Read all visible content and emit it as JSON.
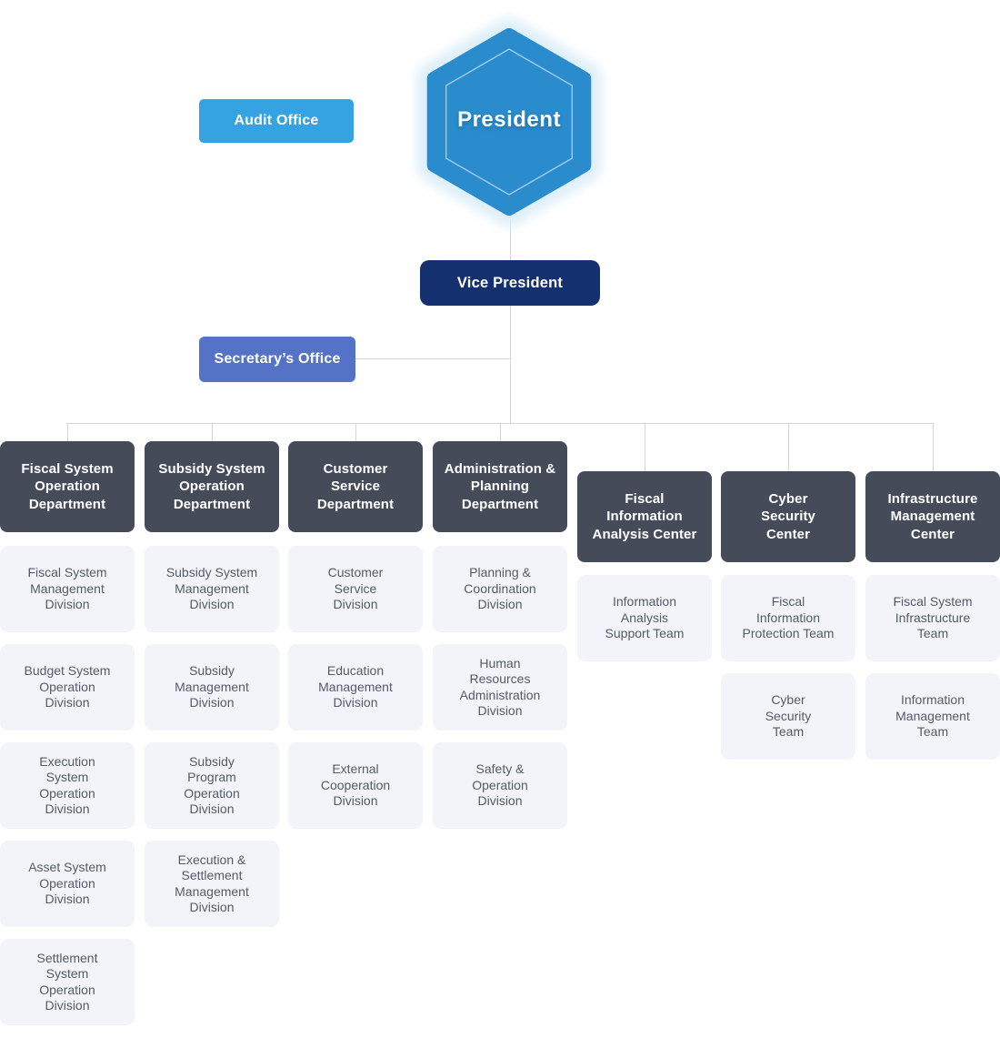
{
  "palette": {
    "president_fill": "#2A8CCC",
    "president_halo": "#DCEEF9",
    "audit_fill": "#35A3E2",
    "vice_president_fill": "#15306E",
    "secretary_fill": "#5472C6",
    "header_fill": "#454B59",
    "child_fill": "#F2F4F9",
    "child_text": "#565B67",
    "connector": "#D4D6DA"
  },
  "nodes": {
    "president": "President",
    "audit_office": "Audit Office",
    "vice_president": "Vice President",
    "secretarys_office": "Secretary’s Office"
  },
  "columns": [
    {
      "name": "fiscal-system-operation-department",
      "kind": "department",
      "header": "Fiscal System\nOperation\nDepartment",
      "children": [
        "Fiscal System\nManagement\nDivision",
        "Budget System\nOperation\nDivision",
        "Execution\nSystem\nOperation\nDivision",
        "Asset System\nOperation\nDivision",
        "Settlement\nSystem\nOperation\nDivision"
      ]
    },
    {
      "name": "subsidy-system-operation-department",
      "kind": "department",
      "header": "Subsidy System\nOperation\nDepartment",
      "children": [
        "Subsidy System\nManagement\nDivision",
        "Subsidy\nManagement\nDivision",
        "Subsidy\nProgram\nOperation\nDivision",
        "Execution &\nSettlement\nManagement\nDivision"
      ]
    },
    {
      "name": "customer-service-department",
      "kind": "department",
      "header": "Customer\nService\nDepartment",
      "children": [
        "Customer\nService\nDivision",
        "Education\nManagement\nDivision",
        "External\nCooperation\nDivision"
      ]
    },
    {
      "name": "administration-planning-department",
      "kind": "department",
      "header": "Administration &\nPlanning\nDepartment",
      "children": [
        "Planning &\nCoordination\nDivision",
        "Human\nResources\nAdministration\nDivision",
        "Safety &\nOperation\nDivision"
      ]
    },
    {
      "name": "fiscal-information-analysis-center",
      "kind": "center",
      "header": "Fiscal\nInformation\nAnalysis Center",
      "children": [
        "Information\nAnalysis\nSupport Team"
      ]
    },
    {
      "name": "cyber-security-center",
      "kind": "center",
      "header": "Cyber\nSecurity\nCenter",
      "children": [
        "Fiscal\nInformation\nProtection Team",
        "Cyber\nSecurity\nTeam"
      ]
    },
    {
      "name": "infrastructure-management-center",
      "kind": "center",
      "header": "Infrastructure\nManagement\nCenter",
      "children": [
        "Fiscal System\nInfrastructure\nTeam",
        "Information\nManagement\nTeam"
      ]
    }
  ]
}
